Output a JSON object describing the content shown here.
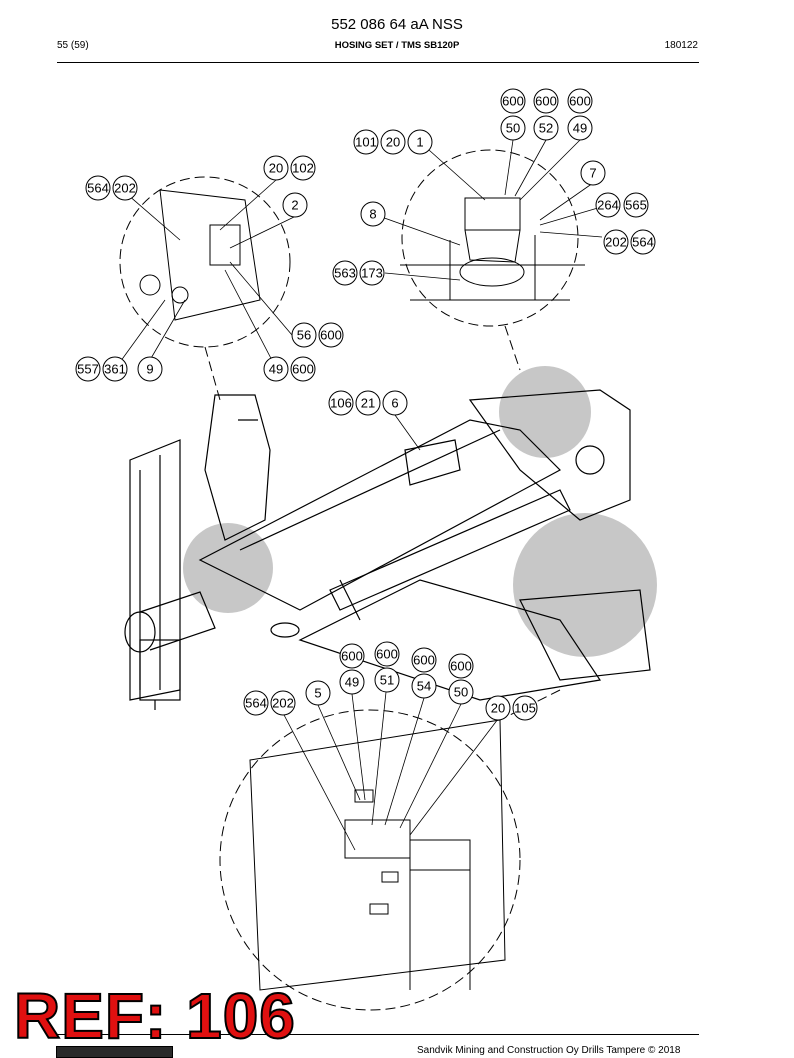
{
  "header": {
    "doc_number": "552 086 64 aA NSS",
    "page": "55 (59)",
    "section_title": "HOSING SET / TMS SB120P",
    "date_code": "180122"
  },
  "callouts": {
    "top_right": [
      "600",
      "600",
      "600",
      "50",
      "52",
      "49",
      "101",
      "20",
      "1",
      "7",
      "8",
      "264",
      "565",
      "202",
      "564",
      "563",
      "173"
    ],
    "top_left": [
      "20",
      "102",
      "564",
      "202",
      "2",
      "56",
      "600",
      "557",
      "361",
      "9",
      "49",
      "600"
    ],
    "middle": [
      "106",
      "21",
      "6"
    ],
    "bottom": [
      "600",
      "600",
      "600",
      "600",
      "49",
      "51",
      "54",
      "50",
      "5",
      "564",
      "202",
      "20",
      "105"
    ]
  },
  "stamp": {
    "text": "REF: 106",
    "color": "#e01010"
  },
  "footer": {
    "copyright": "Sandvik Mining and Construction Oy Drills Tampere © 2018"
  }
}
